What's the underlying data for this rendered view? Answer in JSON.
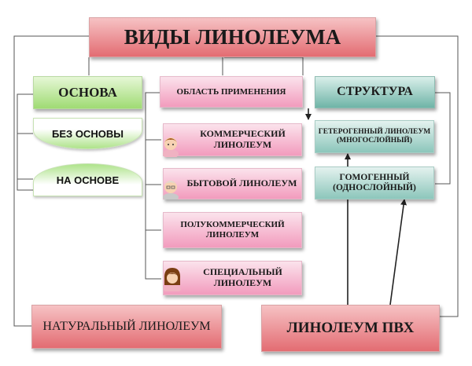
{
  "title": "ВИДЫ ЛИНОЛЕУМА",
  "base": {
    "header": "ОСНОВА",
    "items": [
      "БЕЗ ОСНОВЫ",
      "НА ОСНОВЕ"
    ]
  },
  "application": {
    "header": "ОБЛАСТЬ ПРИМЕНЕНИЯ",
    "items": [
      {
        "label": "КОММЕРЧЕСКИЙ ЛИНОЛЕУМ",
        "icon": "person-boy-icon"
      },
      {
        "label": "БЫТОВОЙ ЛИНОЛЕУМ",
        "icon": "person-grandmother-icon"
      },
      {
        "label": "ПОЛУКОММЕРЧЕСКИЙ ЛИНОЛЕУМ"
      },
      {
        "label": "СПЕЦИАЛЬНЫЙ ЛИНОЛЕУМ",
        "icon": "person-girl-icon"
      }
    ]
  },
  "structure": {
    "header": "СТРУКТУРА",
    "items": [
      "ГЕТЕРОГЕННЫЙ ЛИНОЛЕУМ (МНОГОСЛОЙНЫЙ)",
      "ГОМОГЕННЫЙ (ОДНОСЛОЙНЫЙ)"
    ]
  },
  "natural": "НАТУРАЛЬНЫЙ ЛИНОЛЕУМ",
  "pvc": "ЛИНОЛЕУМ ПВХ"
}
